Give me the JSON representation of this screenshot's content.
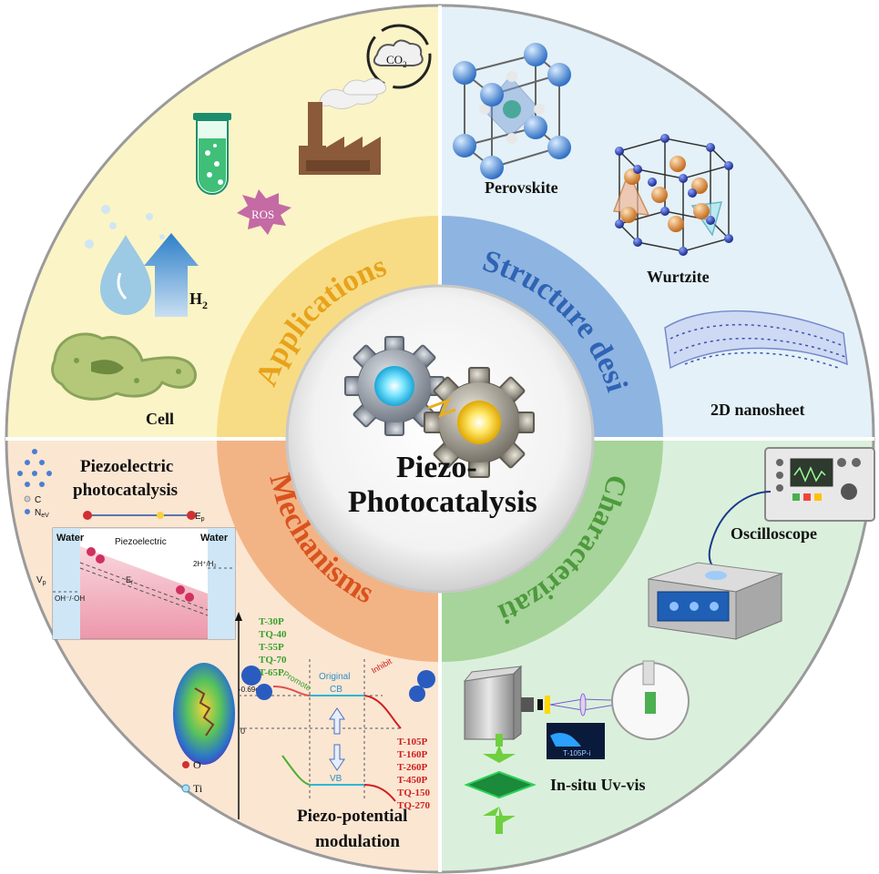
{
  "center": {
    "line1": "Piezo-",
    "line2": "Photocatalysis"
  },
  "ring_labels": {
    "applications": "Applications",
    "structure": "Structure design",
    "characterization": "Characterization",
    "mechanisms": "Mechanisms"
  },
  "applications": {
    "co2": "CO",
    "co2_sub": "2",
    "ros": "ROS",
    "h2": "H",
    "h2_sub": "2",
    "cell": "Cell"
  },
  "structure": {
    "perovskite": "Perovskite",
    "wurtzite": "Wurtzite",
    "nanosheet": "2D nanosheet"
  },
  "characterization": {
    "oscilloscope": "Oscilloscope",
    "uvvis": "In-situ Uv-vis",
    "sample_tag": "T-105P-i"
  },
  "mechanisms": {
    "title1": "Piezoelectric",
    "title2": "photocatalysis",
    "c_label": "C",
    "n_label": "N",
    "ev_label": "eV",
    "ep_label": "E",
    "ep_sub": "p",
    "water_left": "Water",
    "water_right": "Water",
    "piezo_label": "Piezoelectric",
    "h2_couple": "2H⁺/H₂",
    "oh_couple": "OH⁻/·OH",
    "vp": "V",
    "vp_sub": "p",
    "ef": "E",
    "ef_sub": "f",
    "green_samples": [
      "T-30P",
      "TQ-40",
      "T-55P",
      "TQ-70",
      "T-65P"
    ],
    "red_samples": [
      "T-105P",
      "T-160P",
      "T-260P",
      "T-450P",
      "TQ-150",
      "TQ-270"
    ],
    "promote": "Promote",
    "inhibit": "Inhibit",
    "original": "Original",
    "cb": "CB",
    "vb": "VB",
    "energy_mark": "-0.69eV*",
    "zero": "0",
    "o_label": "O",
    "ti_label": "Ti",
    "bottom1": "Piezo-potential",
    "bottom2": "modulation"
  }
}
